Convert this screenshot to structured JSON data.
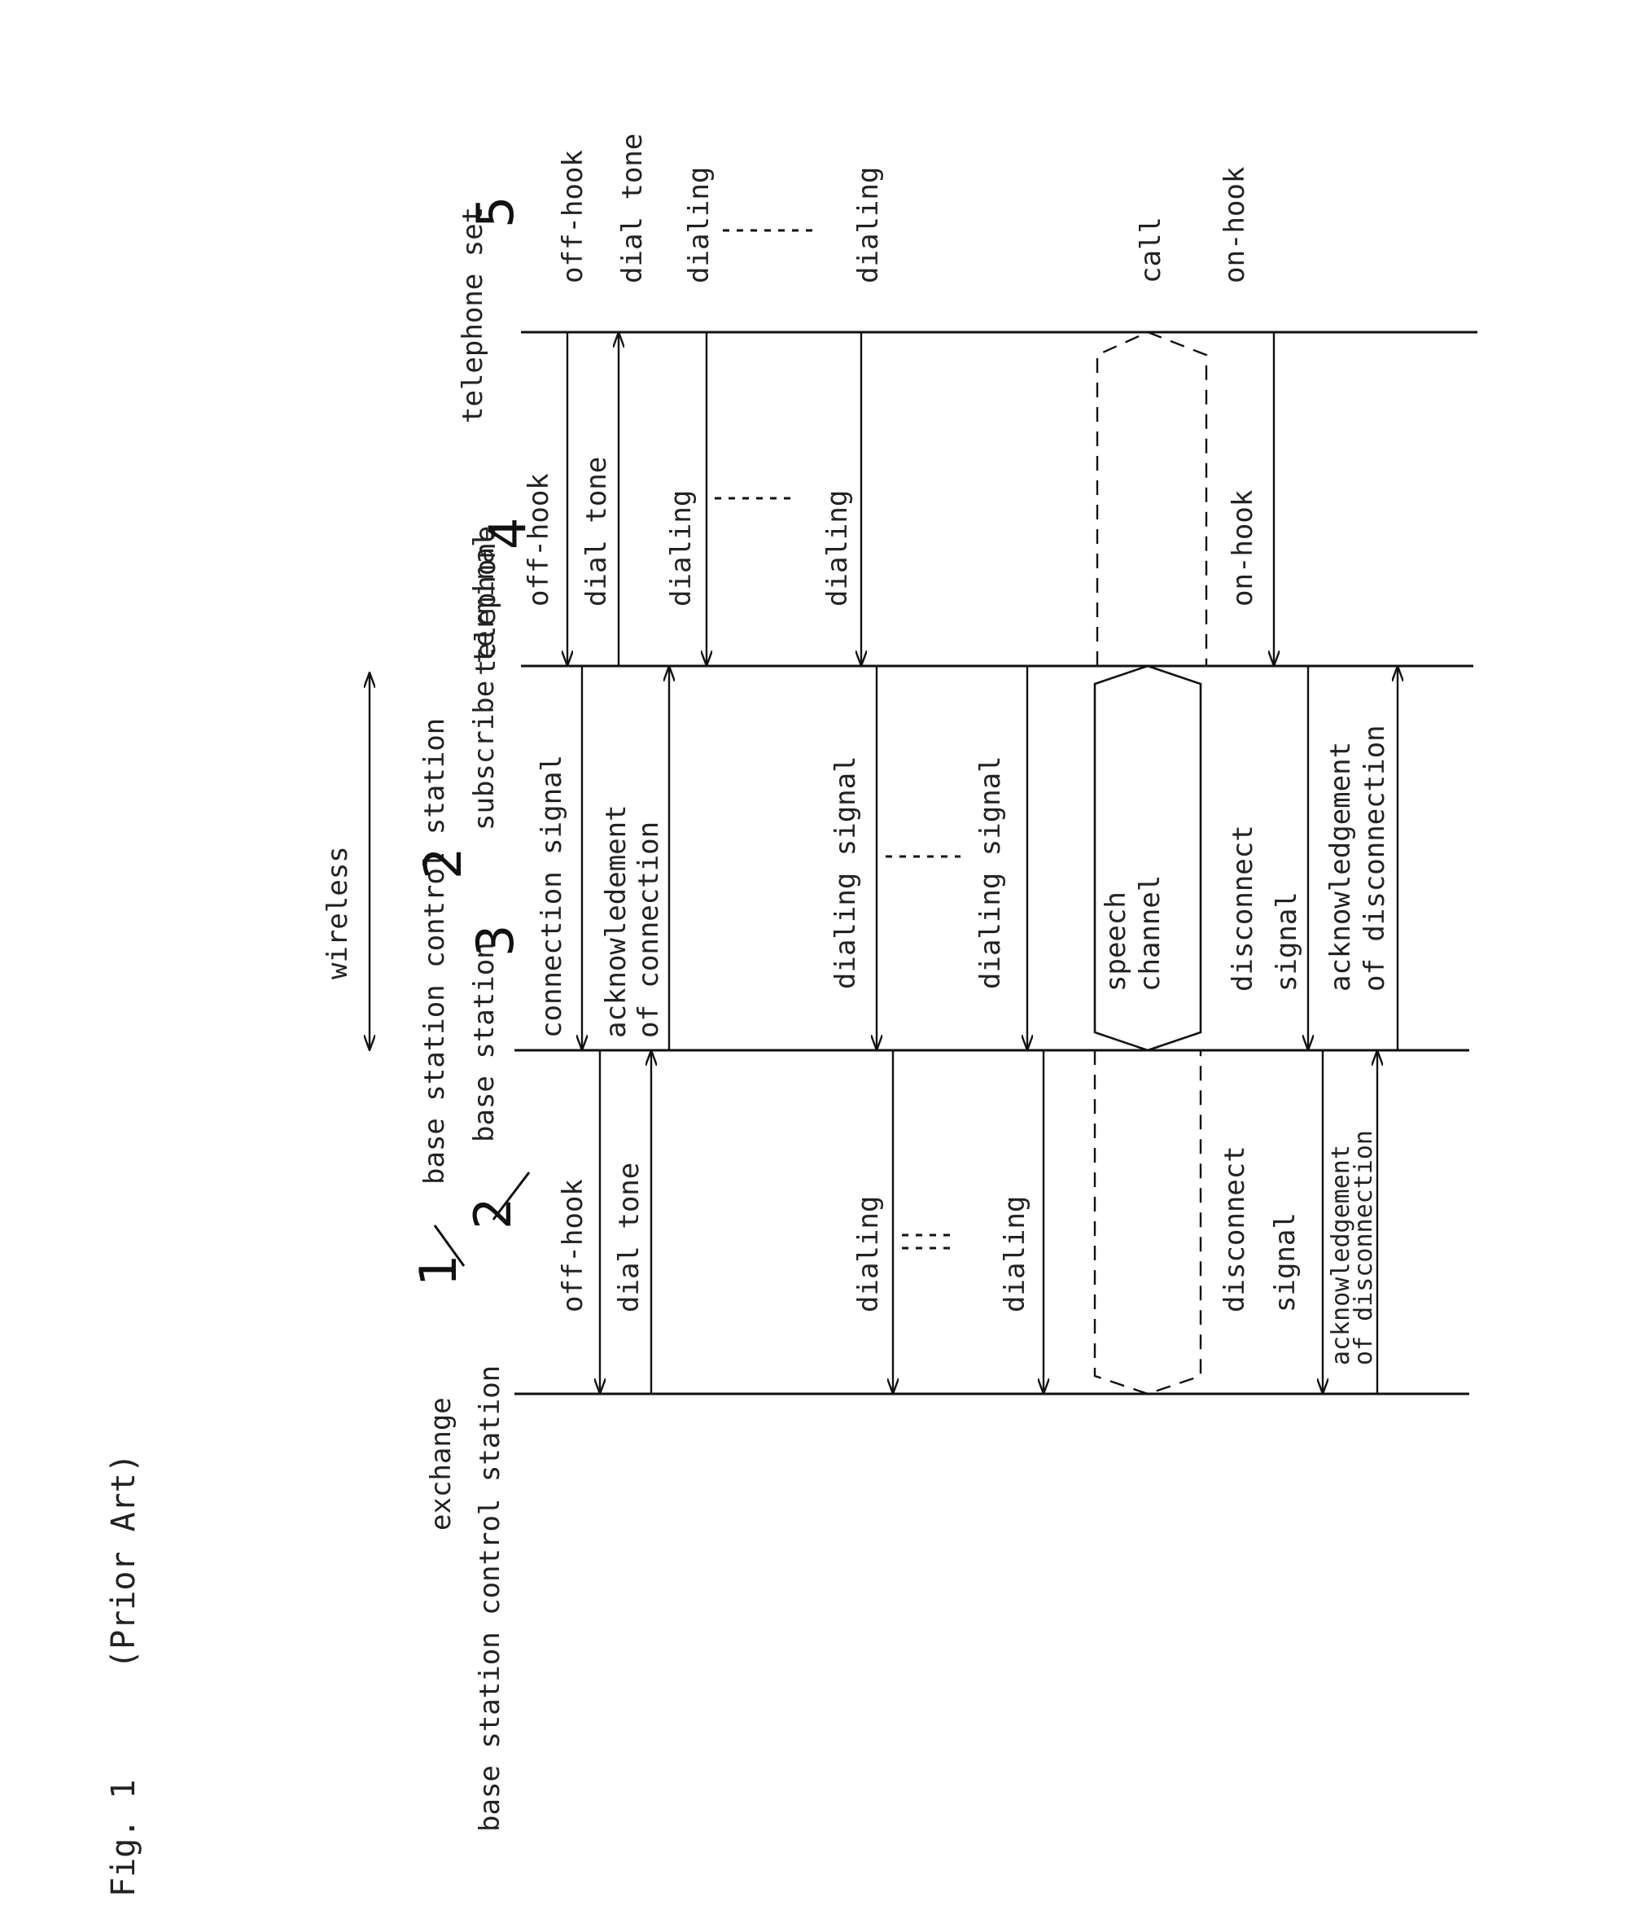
{
  "figure": {
    "title": "Fig. 1",
    "subtitle": "(Prior Art)"
  },
  "entities": {
    "exchange": "exchange",
    "base_station_control_station": "base station control station",
    "base_station": "base station",
    "base_station_control_station_2": "base station control station",
    "subscriber_terminal": "subscribe terminal",
    "telephone": "telephone",
    "telephone_set": "telephone set",
    "wireless": "wireless"
  },
  "numerals": {
    "n1": "1",
    "n2a": "2",
    "n2b": "2",
    "n3": "3",
    "n4": "4",
    "n5": "5"
  },
  "lane_a": {
    "off_hook": "off-hook",
    "dial_tone": "dial tone",
    "dialing_1": "dialing",
    "dialing_2": "dialing",
    "disconnect_signal_1": "disconnect",
    "disconnect_signal_2": "signal",
    "ack_disconnection_1": "acknowledgement",
    "ack_disconnection_2": "of disconnection"
  },
  "lane_b": {
    "connection_signal": "connection signal",
    "ack_connection_1": "acknowledement",
    "ack_connection_2": "of connection",
    "dialing_signal_1": "dialing signal",
    "dialing_signal_2": "dialing signal",
    "speech_channel_1": "speech",
    "speech_channel_2": "channel",
    "disconnect_signal_1": "disconnect",
    "disconnect_signal_2": "signal",
    "ack_disconnection_1": "acknowledgement",
    "ack_disconnection_2": "of disconnection"
  },
  "lane_c": {
    "off_hook": "off-hook",
    "dial_tone": "dial tone",
    "dialing_1": "dialing",
    "dialing_2": "dialing",
    "on_hook": "on-hook"
  },
  "lane_d": {
    "off_hook": "off-hook",
    "dial_tone": "dial tone",
    "dialing_1": "dialing",
    "dialing_2": "dialing",
    "call": "call",
    "on_hook": "on-hook"
  }
}
